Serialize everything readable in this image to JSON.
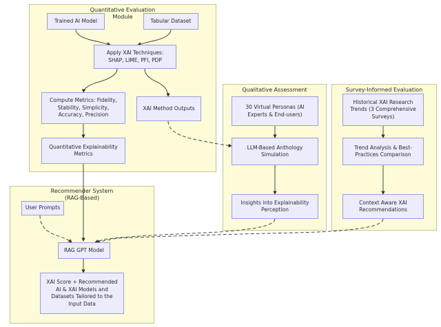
{
  "clusters": {
    "quantitative": {
      "title_line1": "Quantitative Evaluation",
      "title_line2": "Module"
    },
    "qualitative": {
      "title": "Qualitative Assessment"
    },
    "survey": {
      "title": "Survey-Informed Evaluation"
    },
    "recommender": {
      "title_line1": "Recommender System",
      "title_line2": "(RAG-Based)"
    }
  },
  "nodes": {
    "trained_model": [
      "Trained AI Model"
    ],
    "tabular_dataset": [
      "Tabular Dataset"
    ],
    "apply_xai": [
      "Apply XAI Techniques:",
      "SHAP, LIME, PFI, PDP"
    ],
    "compute_metrics": [
      "Compute Metrics: Fidelity,",
      "Stability, Simplicity,",
      "Accuracy, Precision"
    ],
    "xai_outputs": [
      "XAI Method Outputs"
    ],
    "quant_metrics": [
      "Quantitative Explainability",
      "Metrics"
    ],
    "personas": [
      "30 Virtual Personas (AI",
      "Experts & End-users)"
    ],
    "llm_anthology": [
      "LLM-Based Anthology",
      "Simulation"
    ],
    "insights": [
      "Insights into Explainability",
      "Perception"
    ],
    "historical": [
      "Historical XAI Research",
      "Trends (3 Comprehensive",
      "Surveys)"
    ],
    "trend_analysis": [
      "Trend Analysis & Best-",
      "Practices Comparison"
    ],
    "context_aware": [
      "Context Aware XAI",
      "Recommendations"
    ],
    "user_prompts": [
      "User Prompts"
    ],
    "rag_gpt": [
      "RAG GPT Model"
    ],
    "xai_score": [
      "XAI Score + Recommended",
      "AI & XAI Models and",
      "Datasets Tailored to the",
      "Input Data"
    ]
  },
  "colors": {
    "cluster_fill": "#fdfbd8",
    "cluster_border": "#c9c58a",
    "node_fill": "#ececfd",
    "node_border": "#9b9be0",
    "edge": "#333333"
  }
}
